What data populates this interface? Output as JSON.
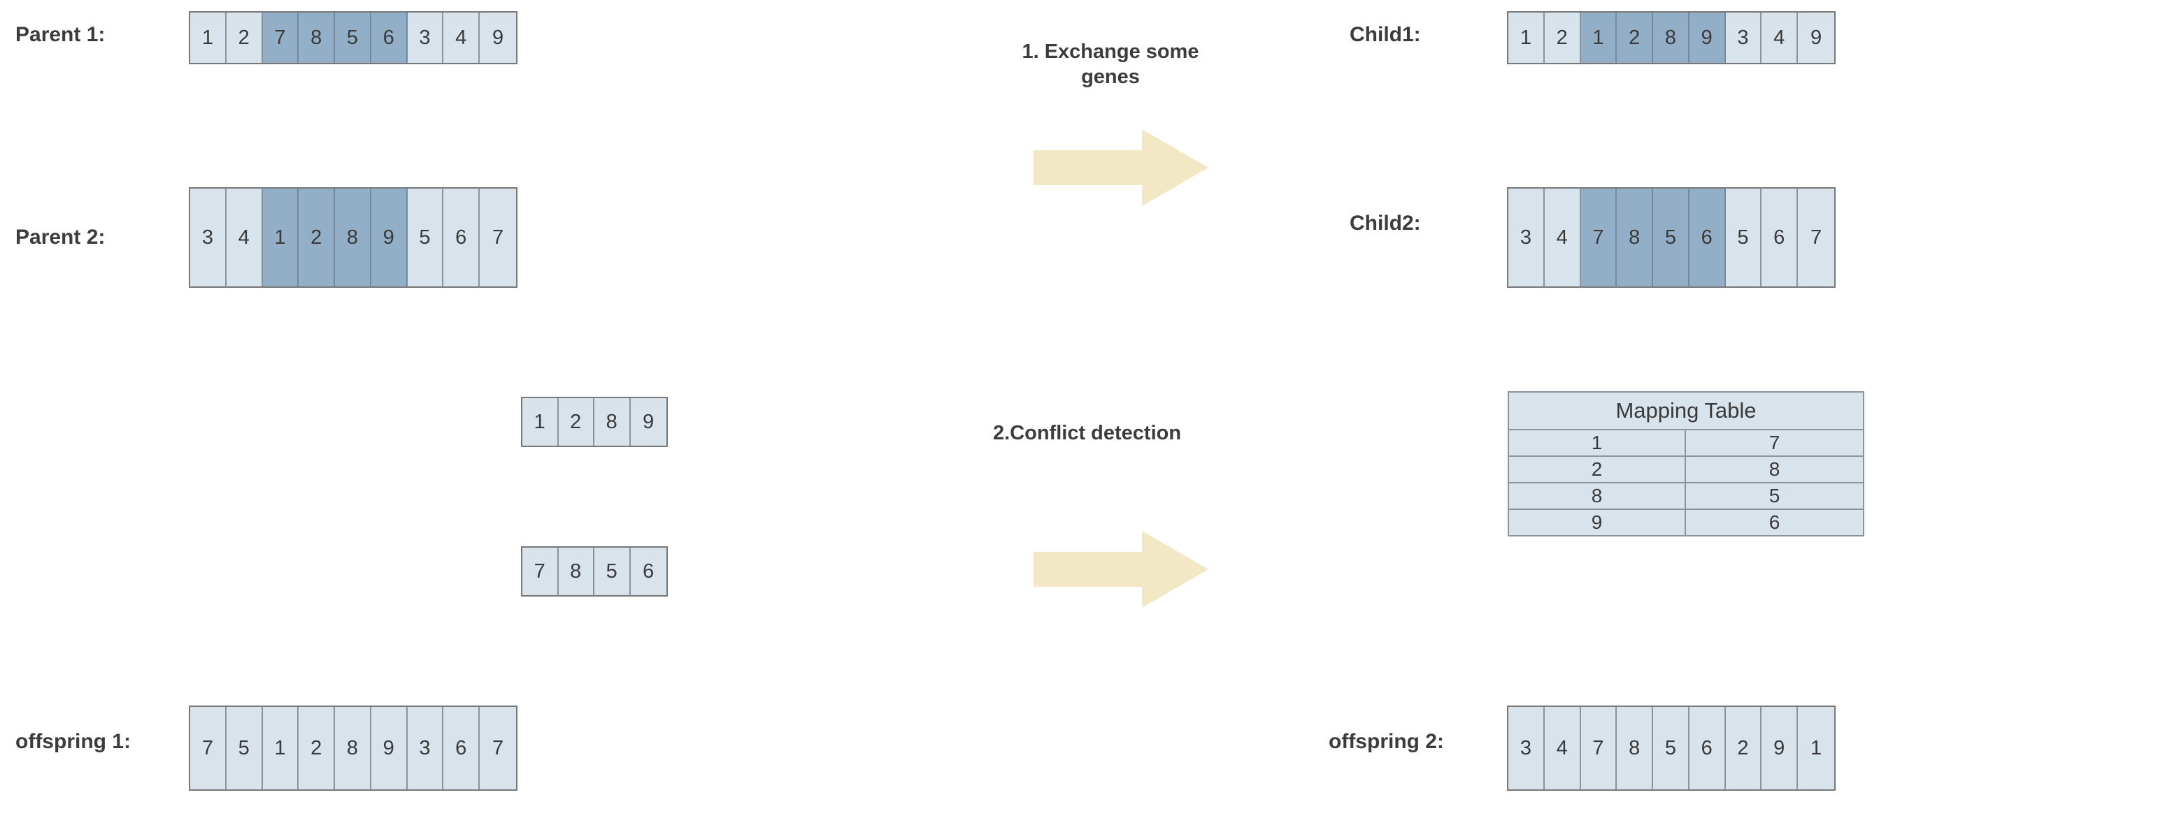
{
  "diagram": {
    "title": "PMX crossover (partially mapped crossover) illustration",
    "colors": {
      "cell_fill": "#d8e3eb",
      "cell_highlight": "#92afc7",
      "cell_border": "#8a949c",
      "strip_border": "#787878",
      "arrow_fill": "#f2e8c5",
      "text": "#3a3a3a"
    }
  },
  "rows": {
    "parent1": {
      "label": "Parent 1:",
      "values": [
        "1",
        "2",
        "7",
        "8",
        "5",
        "6",
        "3",
        "4",
        "9"
      ],
      "highlight": [
        false,
        false,
        true,
        true,
        true,
        true,
        false,
        false,
        false
      ]
    },
    "parent2": {
      "label": "Parent 2:",
      "values": [
        "3",
        "4",
        "1",
        "2",
        "8",
        "9",
        "5",
        "6",
        "7"
      ],
      "highlight": [
        false,
        false,
        true,
        true,
        true,
        true,
        false,
        false,
        false
      ]
    },
    "child1": {
      "label": "Child1:",
      "values": [
        "1",
        "2",
        "1",
        "2",
        "8",
        "9",
        "3",
        "4",
        "9"
      ],
      "highlight": [
        false,
        false,
        true,
        true,
        true,
        true,
        false,
        false,
        false
      ]
    },
    "child2": {
      "label": "Child2:",
      "values": [
        "3",
        "4",
        "7",
        "8",
        "5",
        "6",
        "5",
        "6",
        "7"
      ],
      "highlight": [
        false,
        false,
        true,
        true,
        true,
        true,
        false,
        false,
        false
      ]
    },
    "segment_a": {
      "label": "",
      "values": [
        "1",
        "2",
        "8",
        "9"
      ],
      "highlight": [
        false,
        false,
        false,
        false
      ]
    },
    "segment_b": {
      "label": "",
      "values": [
        "7",
        "8",
        "5",
        "6"
      ],
      "highlight": [
        false,
        false,
        false,
        false
      ]
    },
    "offspring1": {
      "label": "offspring 1:",
      "values": [
        "7",
        "5",
        "1",
        "2",
        "8",
        "9",
        "3",
        "6",
        "7"
      ],
      "highlight": [
        false,
        false,
        false,
        false,
        false,
        false,
        false,
        false,
        false
      ]
    },
    "offspring2": {
      "label": "offspring 2:",
      "values": [
        "3",
        "4",
        "7",
        "8",
        "5",
        "6",
        "2",
        "9",
        "1"
      ],
      "highlight": [
        false,
        false,
        false,
        false,
        false,
        false,
        false,
        false,
        false
      ]
    }
  },
  "steps": {
    "step1": {
      "line1": "1. Exchange some",
      "line2": "genes"
    },
    "step2": {
      "line1": "2.Conflict detection",
      "line2": ""
    }
  },
  "mapping_table": {
    "header": "Mapping Table",
    "rows": [
      {
        "left": "1",
        "right": "7"
      },
      {
        "left": "2",
        "right": "8"
      },
      {
        "left": "8",
        "right": "5"
      },
      {
        "left": "9",
        "right": "6"
      }
    ]
  }
}
